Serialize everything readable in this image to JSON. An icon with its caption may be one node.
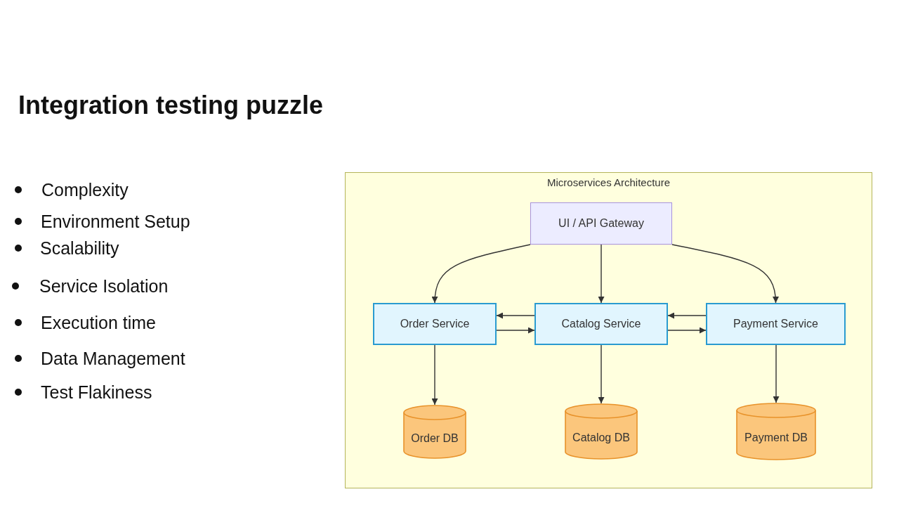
{
  "diagram": {
    "title": "Integration testing puzzle",
    "nodes": [
      {
        "text": [
          "Microservices Architecture"
        ]
      },
      {
        "text": [
          "UI / API Gateway"
        ],
        "in": 0
      },
      {
        "text": [
          "Order Service"
        ],
        "in": 0
      },
      {
        "text": [
          "Catalog Service"
        ],
        "in": 0
      },
      {
        "text": [
          "Payment Service"
        ],
        "in": 0
      },
      {
        "text": [
          "Order DB"
        ],
        "in": 0
      },
      {
        "text": [
          "Catalog DB"
        ],
        "in": 0
      },
      {
        "text": [
          "Payment DB"
        ],
        "in": 0
      }
    ],
    "edges": [
      {
        "from": 1,
        "to": 2,
        "arrow": "to"
      },
      {
        "from": 1,
        "to": 3,
        "arrow": "to"
      },
      {
        "from": 1,
        "to": 4,
        "arrow": "to"
      },
      {
        "from": 3,
        "to": 2,
        "arrow": "to"
      },
      {
        "from": 2,
        "to": 3,
        "arrow": "to"
      },
      {
        "from": 4,
        "to": 3,
        "arrow": "to"
      },
      {
        "from": 3,
        "to": 4,
        "arrow": "to"
      },
      {
        "from": 2,
        "to": 5,
        "arrow": "to"
      },
      {
        "from": 3,
        "to": 6,
        "arrow": "to"
      },
      {
        "from": 4,
        "to": 7,
        "arrow": "to"
      }
    ],
    "labels": [
      "Complexity",
      "Environment Setup",
      "Scalability",
      "Service Isolation",
      "Execution time",
      "Data Management",
      "Test Flakiness"
    ]
  }
}
